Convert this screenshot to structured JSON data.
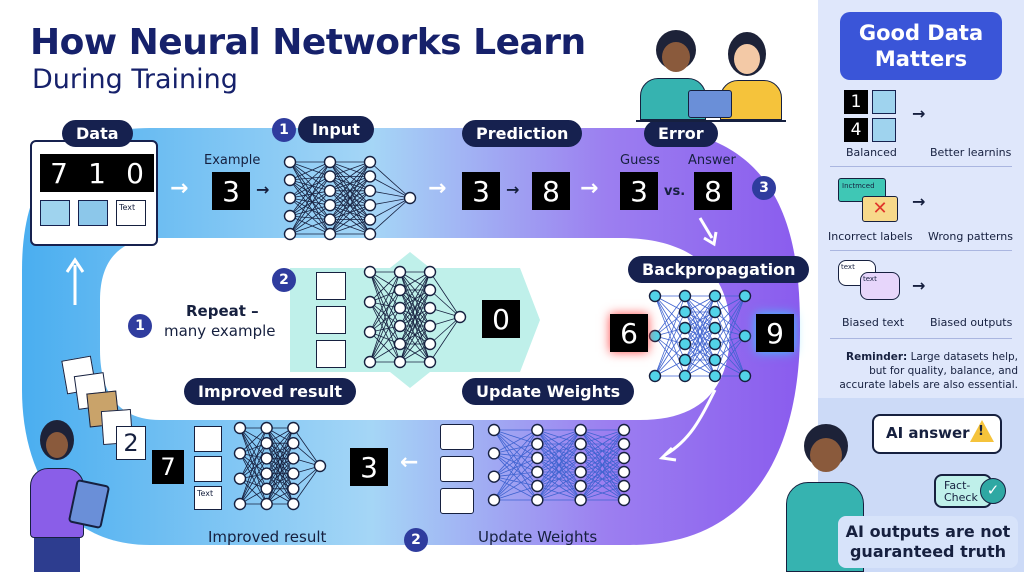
{
  "title": "How Neural Networks Learn",
  "subtitle": "During Training",
  "stages": {
    "data": "Data",
    "input": "Input",
    "prediction": "Prediction",
    "error": "Error",
    "backprop": "Backpropagation",
    "update_weights": "Update Weights",
    "improved_result": "Improved result"
  },
  "numbers": {
    "one": "1",
    "two": "2",
    "three": "3"
  },
  "labels": {
    "example": "Example",
    "guess": "Guess",
    "answer": "Answer",
    "vs": "vs.",
    "repeat": "Repeat –",
    "many_example": "many example",
    "improved_result_bottom": "Improved result",
    "update_weights_bottom": "Update Weights"
  },
  "digits": {
    "data_1": "7",
    "data_2": "1",
    "data_3": "0",
    "input": "3",
    "pred_in": "3",
    "pred_out": "8",
    "guess": "3",
    "answer": "8",
    "repeat_out": "0",
    "backprop_left": "6",
    "backprop_right": "9",
    "improved_left": "7",
    "improved_out": "3",
    "stack": "2",
    "side_1": "1",
    "side_4": "4"
  },
  "text_doc": "Text",
  "sidebar": {
    "title": "Good Data Matters",
    "balanced": "Balanced",
    "better": "Better learnins",
    "incorrect_card": "Inctmced",
    "incorrect": "Incorrect labels",
    "wrong": "Wrong patterns",
    "text_card": "text",
    "biased_text": "Biased text",
    "biased_outputs": "Biased outputs",
    "reminder_bold": "Reminder:",
    "reminder": "Large datasets help, but for quality, balance, and accurate labels are also essential.",
    "ai_answer": "AI answer",
    "fact_check": "Fact-Check",
    "bottom": "AI outputs are not guaranteed truth"
  },
  "colors": {
    "navy": "#16214f",
    "accent": "#3a55d8",
    "loop_start": "#3aa9ec",
    "loop_end": "#8f5ef0",
    "teal_panel": "#bff0ea"
  },
  "icons": [
    "image-icon",
    "text-doc-icon",
    "neural-net-icon",
    "slider-icon",
    "warning-icon",
    "check-icon",
    "x-icon",
    "person-icon"
  ]
}
